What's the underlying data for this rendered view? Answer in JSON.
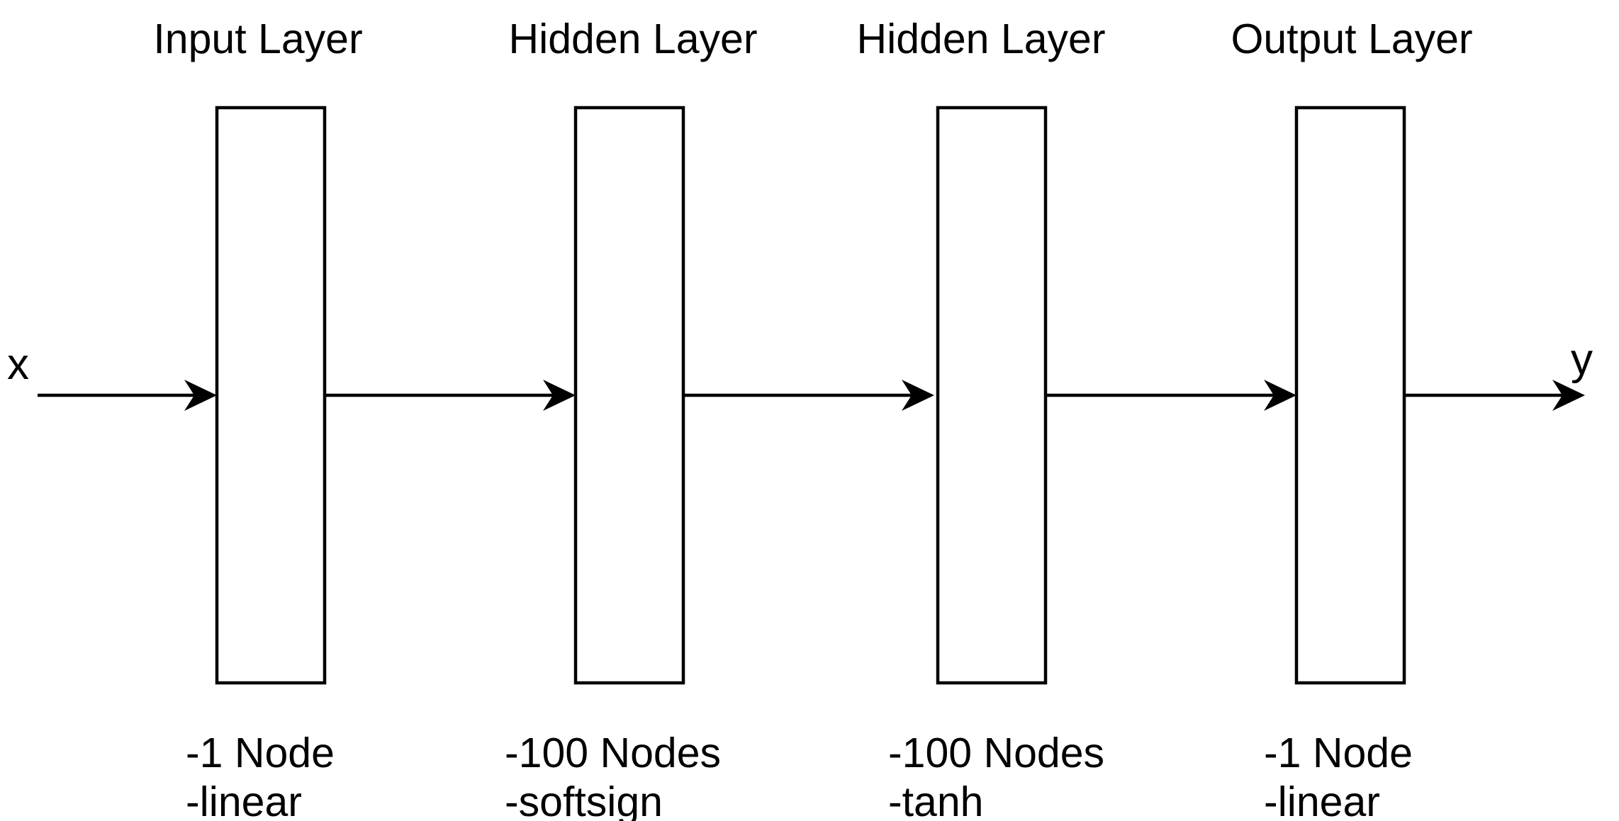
{
  "input_label": "x",
  "output_label": "y",
  "layers": [
    {
      "title": "Input Layer",
      "nodes": "-1 Node",
      "activation": "-linear"
    },
    {
      "title": "Hidden Layer",
      "nodes": "-100 Nodes",
      "activation": "-softsign"
    },
    {
      "title": "Hidden Layer",
      "nodes": "-100 Nodes",
      "activation": "-tanh"
    },
    {
      "title": "Output Layer",
      "nodes": "-1 Node",
      "activation": "-linear"
    }
  ],
  "colors": {
    "stroke": "#000000",
    "background": "#ffffff"
  }
}
